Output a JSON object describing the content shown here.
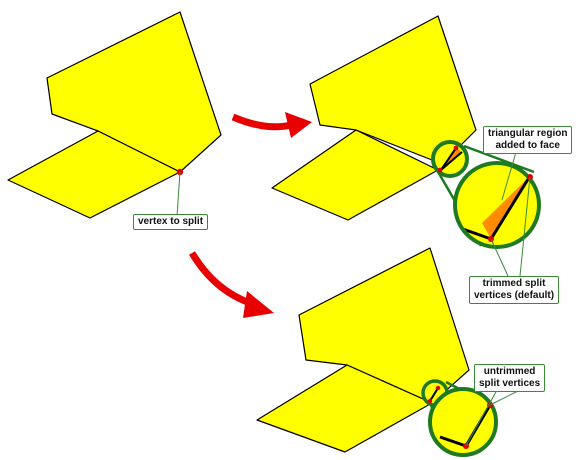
{
  "labels": {
    "vertex_to_split": "vertex to split",
    "triangular_region_line1": "triangular region",
    "triangular_region_line2": "added to face",
    "trimmed_line1": "trimmed split",
    "trimmed_line2": "vertices (default)",
    "untrimmed_line1": "untrimmed",
    "untrimmed_line2": "split vertices"
  },
  "colors": {
    "face_fill": "#ffff00",
    "edge": "#000000",
    "arrow": "#e80000",
    "vertex": "#dd0000",
    "magnifier_ring": "#1e7a1e",
    "triangle_region": "#ff8c00",
    "callout_border": "#3a8a3a"
  },
  "icons": [
    "curved-arrow-icon",
    "magnifier-icon",
    "vertex-dot-icon"
  ]
}
